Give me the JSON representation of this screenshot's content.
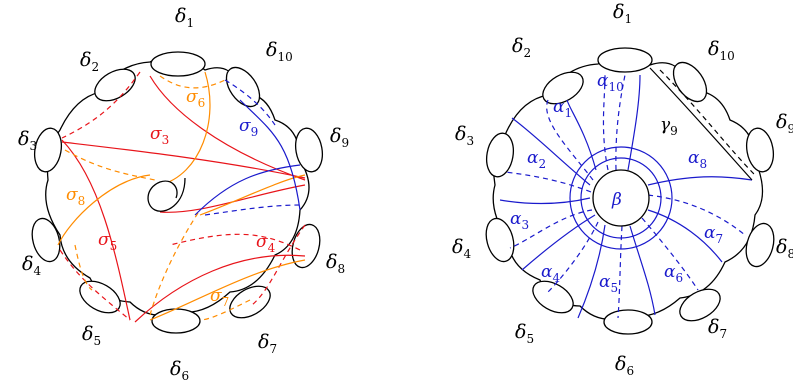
{
  "colors": {
    "red": "#e8141a",
    "orange": "#ff8c00",
    "blue": "#1a1acc",
    "black": "#000000"
  },
  "left_panel": {
    "boundary_labels": [
      {
        "id": "d1",
        "base": "δ",
        "sub": "1"
      },
      {
        "id": "d2",
        "base": "δ",
        "sub": "2"
      },
      {
        "id": "d3",
        "base": "δ",
        "sub": "3"
      },
      {
        "id": "d4",
        "base": "δ",
        "sub": "4"
      },
      {
        "id": "d5",
        "base": "δ",
        "sub": "5"
      },
      {
        "id": "d6",
        "base": "δ",
        "sub": "6"
      },
      {
        "id": "d7",
        "base": "δ",
        "sub": "7"
      },
      {
        "id": "d8",
        "base": "δ",
        "sub": "8"
      },
      {
        "id": "d9",
        "base": "δ",
        "sub": "9"
      },
      {
        "id": "d10",
        "base": "δ",
        "sub": "10"
      }
    ],
    "curve_labels": [
      {
        "id": "s3",
        "base": "σ",
        "sub": "3",
        "color": "red"
      },
      {
        "id": "s4",
        "base": "σ",
        "sub": "4",
        "color": "red"
      },
      {
        "id": "s5",
        "base": "σ",
        "sub": "5",
        "color": "red"
      },
      {
        "id": "s6",
        "base": "σ",
        "sub": "6",
        "color": "orange"
      },
      {
        "id": "s7",
        "base": "σ",
        "sub": "7",
        "color": "orange"
      },
      {
        "id": "s8",
        "base": "σ",
        "sub": "8",
        "color": "orange"
      },
      {
        "id": "s9",
        "base": "σ",
        "sub": "9",
        "color": "blue"
      }
    ]
  },
  "right_panel": {
    "boundary_labels": [
      {
        "id": "d1",
        "base": "δ",
        "sub": "1"
      },
      {
        "id": "d2",
        "base": "δ",
        "sub": "2"
      },
      {
        "id": "d3",
        "base": "δ",
        "sub": "3"
      },
      {
        "id": "d4",
        "base": "δ",
        "sub": "4"
      },
      {
        "id": "d5",
        "base": "δ",
        "sub": "5"
      },
      {
        "id": "d6",
        "base": "δ",
        "sub": "6"
      },
      {
        "id": "d7",
        "base": "δ",
        "sub": "7"
      },
      {
        "id": "d8",
        "base": "δ",
        "sub": "8"
      },
      {
        "id": "d9",
        "base": "δ",
        "sub": "9"
      },
      {
        "id": "d10",
        "base": "δ",
        "sub": "10"
      }
    ],
    "curve_labels": [
      {
        "id": "a1",
        "base": "α",
        "sub": "1",
        "color": "blue"
      },
      {
        "id": "a2",
        "base": "α",
        "sub": "2",
        "color": "blue"
      },
      {
        "id": "a3",
        "base": "α",
        "sub": "3",
        "color": "blue"
      },
      {
        "id": "a4",
        "base": "α",
        "sub": "4",
        "color": "blue"
      },
      {
        "id": "a5",
        "base": "α",
        "sub": "5",
        "color": "blue"
      },
      {
        "id": "a6",
        "base": "α",
        "sub": "6",
        "color": "blue"
      },
      {
        "id": "a7",
        "base": "α",
        "sub": "7",
        "color": "blue"
      },
      {
        "id": "a8",
        "base": "α",
        "sub": "8",
        "color": "blue"
      },
      {
        "id": "a10",
        "base": "α",
        "sub": "10",
        "color": "blue"
      },
      {
        "id": "g9",
        "base": "γ",
        "sub": "9",
        "color": "black"
      }
    ],
    "center_label": {
      "id": "beta",
      "base": "β",
      "sub": "",
      "color": "blue"
    }
  }
}
